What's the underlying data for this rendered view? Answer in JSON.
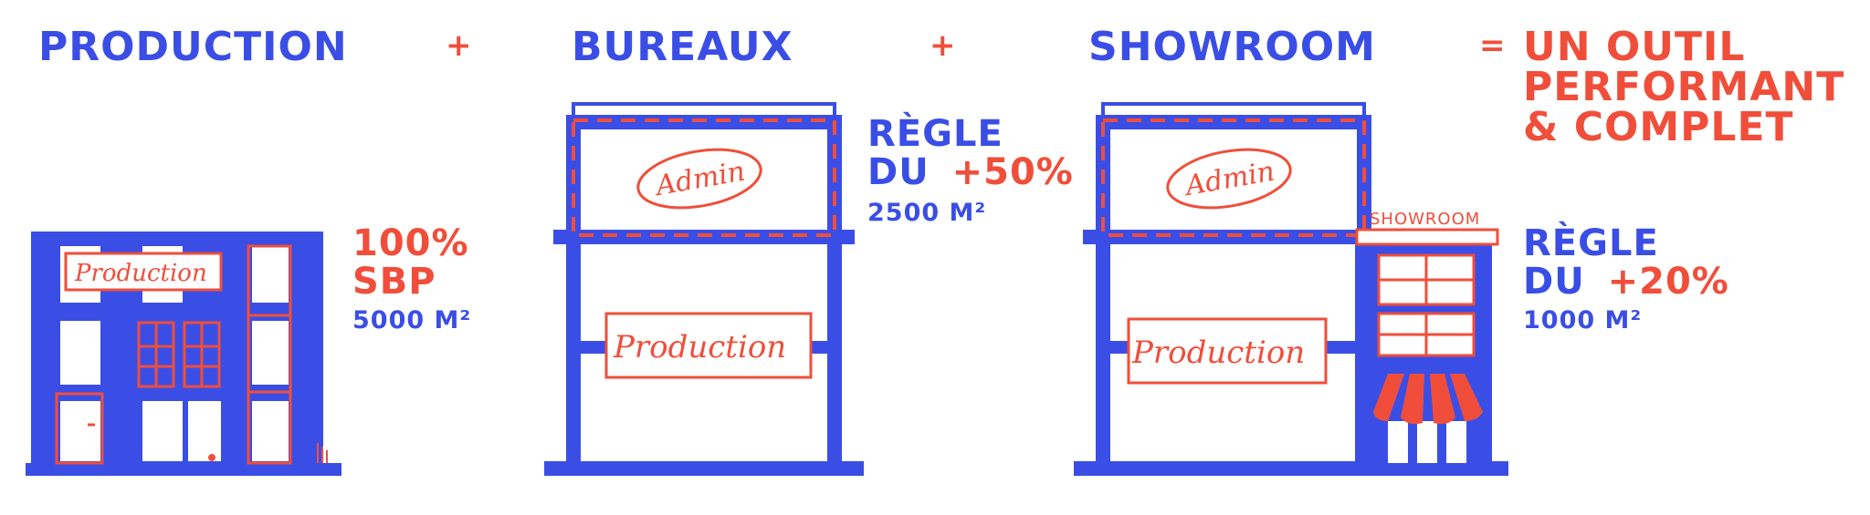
{
  "colors": {
    "blue": "#3a4ee6",
    "red": "#f04e3a",
    "background": "#ffffff"
  },
  "headings": {
    "production": "PRODUCTION",
    "bureaux": "BUREAUX",
    "showroom": "SHOWROOM"
  },
  "operators": {
    "plus1": "+",
    "plus2": "+",
    "equals": "="
  },
  "result": {
    "line1": "UN OUTIL",
    "line2": "PERFORMANT",
    "line3": "& COMPLET"
  },
  "production_block": {
    "pct": "100%",
    "label": "SBP",
    "area": "5000 M²",
    "sign": "Production"
  },
  "bureaux_block": {
    "rule_line1": "RÈGLE",
    "rule_du": "DU",
    "rule_pct": "+50%",
    "area": "2500 M²",
    "sign_admin": "Admin",
    "sign_production": "Production"
  },
  "showroom_block": {
    "rule_line1": "RÈGLE",
    "rule_du": "DU",
    "rule_pct": "+20%",
    "area": "1000 M²",
    "sign_admin": "Admin",
    "sign_production": "Production",
    "sign_showroom": "SHOWROOM"
  },
  "icons": [
    "building-production-icon",
    "building-bureaux-icon",
    "building-showroom-icon",
    "awning-icon"
  ]
}
